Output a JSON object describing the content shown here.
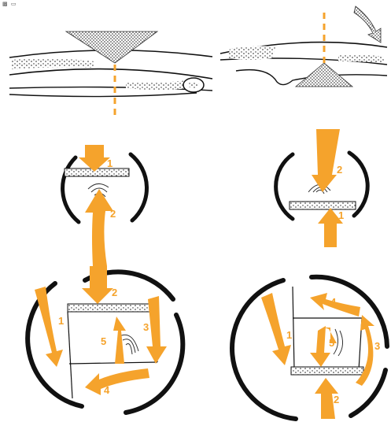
{
  "colors": {
    "arrow": "#f5a32c",
    "ink": "#111111",
    "shading": "#555555",
    "background": "#ffffff"
  },
  "corner_marks": "▩ ▭",
  "panels": {
    "left_small": {
      "arrows": [
        "1",
        "2"
      ]
    },
    "right_small": {
      "arrows": [
        "1",
        "2"
      ]
    },
    "left_large": {
      "arrows": [
        "1",
        "2",
        "3",
        "4",
        "5"
      ]
    },
    "right_large": {
      "arrows": [
        "1",
        "2",
        "3",
        "4",
        "5"
      ]
    }
  }
}
